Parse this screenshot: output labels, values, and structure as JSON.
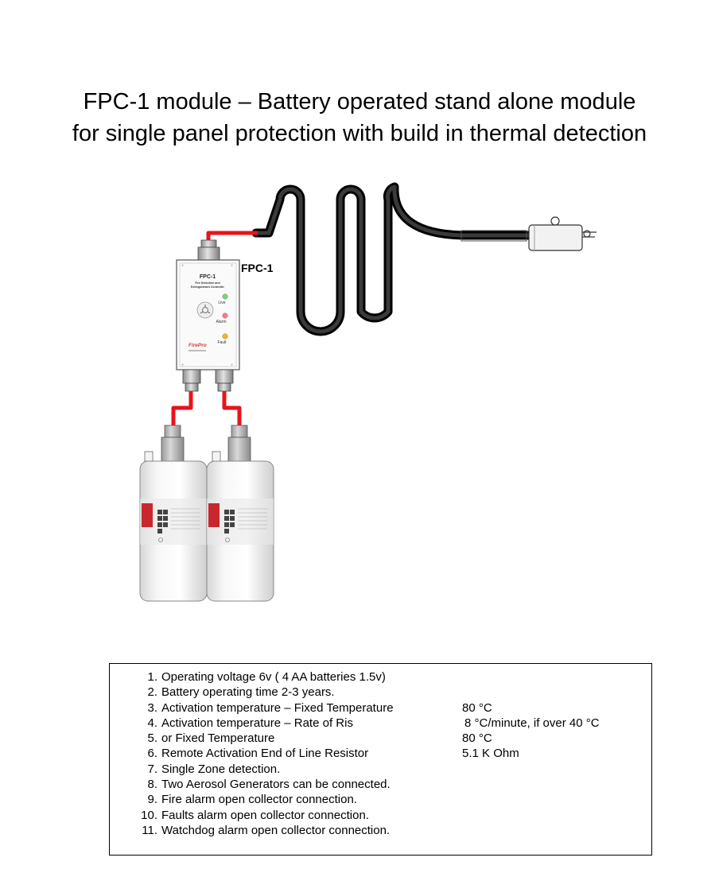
{
  "title": {
    "line1": "FPC-1 module – Battery operated stand alone module",
    "line2": "for single panel protection with build in thermal detection"
  },
  "diagram": {
    "module_callout": "FPC-1",
    "module_face": {
      "name": "FPC-1",
      "subtitle_1": "Fire Detection and",
      "subtitle_2": "Extinguishant Controller",
      "led_live": "Live",
      "led_alarm": "Alarm",
      "led_fault": "Fault",
      "brand": "FirePro"
    },
    "colors": {
      "wire_red": "#e8141b",
      "detection_cable": "#111111",
      "led_live": "#7fd27f",
      "led_alarm": "#f08080",
      "led_fault": "#f2b233",
      "label_red": "#d63a3a"
    },
    "icons": [
      "fpc1-module",
      "thermal-detection-cable",
      "end-of-line-unit",
      "aerosol-generator",
      "aerosol-generator"
    ]
  },
  "specs": [
    {
      "num": "1.",
      "text": "Operating voltage 6v ( 4 AA batteries 1.5v)",
      "value": ""
    },
    {
      "num": "2.",
      "text": "Battery operating time 2-3 years.",
      "value": ""
    },
    {
      "num": "3.",
      "text": "Activation temperature – Fixed Temperature",
      "value": "80 °C"
    },
    {
      "num": "4.",
      "text": "Activation temperature – Rate of Ris",
      "value": "8 °C/minute, if over 40 °C"
    },
    {
      "num": "5.",
      "text": "or Fixed Temperature",
      "value": "80 °C"
    },
    {
      "num": "6.",
      "text": "Remote Activation End of Line Resistor",
      "value": "5.1 K Ohm"
    },
    {
      "num": "7.",
      "text": "Single Zone detection.",
      "value": ""
    },
    {
      "num": "8.",
      "text": "Two Aerosol Generators can be connected.",
      "value": ""
    },
    {
      "num": "9.",
      "text": "Fire alarm open collector connection.",
      "value": ""
    },
    {
      "num": "10.",
      "text": "Faults alarm open collector connection.",
      "value": ""
    },
    {
      "num": "11.",
      "text": "Watchdog alarm open collector connection.",
      "value": ""
    }
  ]
}
